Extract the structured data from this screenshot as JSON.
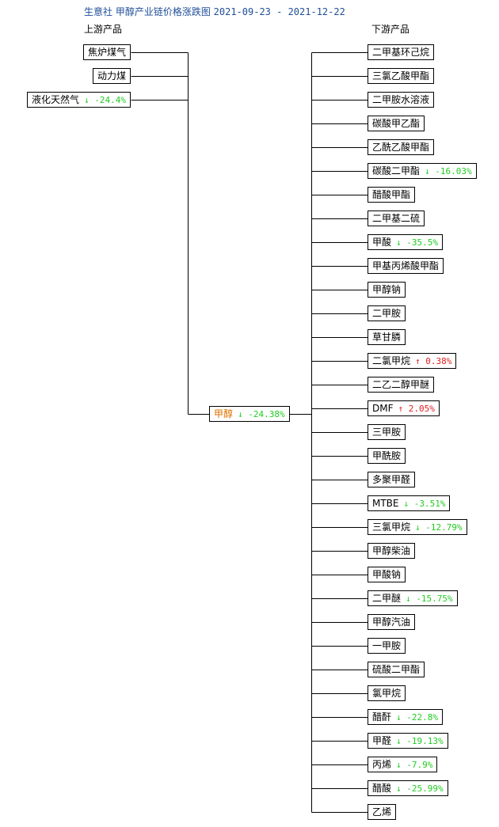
{
  "title_prefix": "生意社 甲醇产业链价格涨跌图",
  "title_dates": "2021-09-23 - 2021-12-22",
  "upstream_label": "上游产品",
  "downstream_label": "下游产品",
  "center": {
    "name": "甲醇",
    "dir": "down",
    "arrow": "↓",
    "change": "-24.38%"
  },
  "upstream": [
    {
      "name": "焦炉煤气",
      "dir": null,
      "arrow": "",
      "change": ""
    },
    {
      "name": "动力煤",
      "dir": null,
      "arrow": "",
      "change": ""
    },
    {
      "name": "液化天然气",
      "dir": "down",
      "arrow": "↓",
      "change": "-24.4%"
    }
  ],
  "downstream": [
    {
      "name": "二甲基环己烷",
      "dir": null,
      "arrow": "",
      "change": ""
    },
    {
      "name": "三氯乙酸甲酯",
      "dir": null,
      "arrow": "",
      "change": ""
    },
    {
      "name": "二甲胺水溶液",
      "dir": null,
      "arrow": "",
      "change": ""
    },
    {
      "name": "碳酸甲乙酯",
      "dir": null,
      "arrow": "",
      "change": ""
    },
    {
      "name": "乙酰乙酸甲酯",
      "dir": null,
      "arrow": "",
      "change": ""
    },
    {
      "name": "碳酸二甲酯",
      "dir": "down",
      "arrow": "↓",
      "change": "-16.03%"
    },
    {
      "name": "醋酸甲酯",
      "dir": null,
      "arrow": "",
      "change": ""
    },
    {
      "name": "二甲基二硫",
      "dir": null,
      "arrow": "",
      "change": ""
    },
    {
      "name": "甲酸",
      "dir": "down",
      "arrow": "↓",
      "change": "-35.5%"
    },
    {
      "name": "甲基丙烯酸甲酯",
      "dir": null,
      "arrow": "",
      "change": ""
    },
    {
      "name": "甲醇钠",
      "dir": null,
      "arrow": "",
      "change": ""
    },
    {
      "name": "二甲胺",
      "dir": null,
      "arrow": "",
      "change": ""
    },
    {
      "name": "草甘膦",
      "dir": null,
      "arrow": "",
      "change": ""
    },
    {
      "name": "二氯甲烷",
      "dir": "up",
      "arrow": "↑",
      "change": "0.38%"
    },
    {
      "name": "二乙二醇甲醚",
      "dir": null,
      "arrow": "",
      "change": ""
    },
    {
      "name": "DMF",
      "dir": "up",
      "arrow": "↑",
      "change": "2.05%"
    },
    {
      "name": "三甲胺",
      "dir": null,
      "arrow": "",
      "change": ""
    },
    {
      "name": "甲酰胺",
      "dir": null,
      "arrow": "",
      "change": ""
    },
    {
      "name": "多聚甲醛",
      "dir": null,
      "arrow": "",
      "change": ""
    },
    {
      "name": "MTBE",
      "dir": "down",
      "arrow": "↓",
      "change": "-3.51%"
    },
    {
      "name": "三氯甲烷",
      "dir": "down",
      "arrow": "↓",
      "change": "-12.79%"
    },
    {
      "name": "甲醇柴油",
      "dir": null,
      "arrow": "",
      "change": ""
    },
    {
      "name": "甲酸钠",
      "dir": null,
      "arrow": "",
      "change": ""
    },
    {
      "name": "二甲醚",
      "dir": "down",
      "arrow": "↓",
      "change": "-15.75%"
    },
    {
      "name": "甲醇汽油",
      "dir": null,
      "arrow": "",
      "change": ""
    },
    {
      "name": "一甲胺",
      "dir": null,
      "arrow": "",
      "change": ""
    },
    {
      "name": "硫酸二甲酯",
      "dir": null,
      "arrow": "",
      "change": ""
    },
    {
      "name": "氯甲烷",
      "dir": null,
      "arrow": "",
      "change": ""
    },
    {
      "name": "醋酐",
      "dir": "down",
      "arrow": "↓",
      "change": "-22.8%"
    },
    {
      "name": "甲醛",
      "dir": "down",
      "arrow": "↓",
      "change": "-19.13%"
    },
    {
      "name": "丙烯",
      "dir": "down",
      "arrow": "↓",
      "change": "-7.9%"
    },
    {
      "name": "醋酸",
      "dir": "down",
      "arrow": "↓",
      "change": "-25.99%"
    },
    {
      "name": "乙烯",
      "dir": null,
      "arrow": "",
      "change": ""
    }
  ]
}
